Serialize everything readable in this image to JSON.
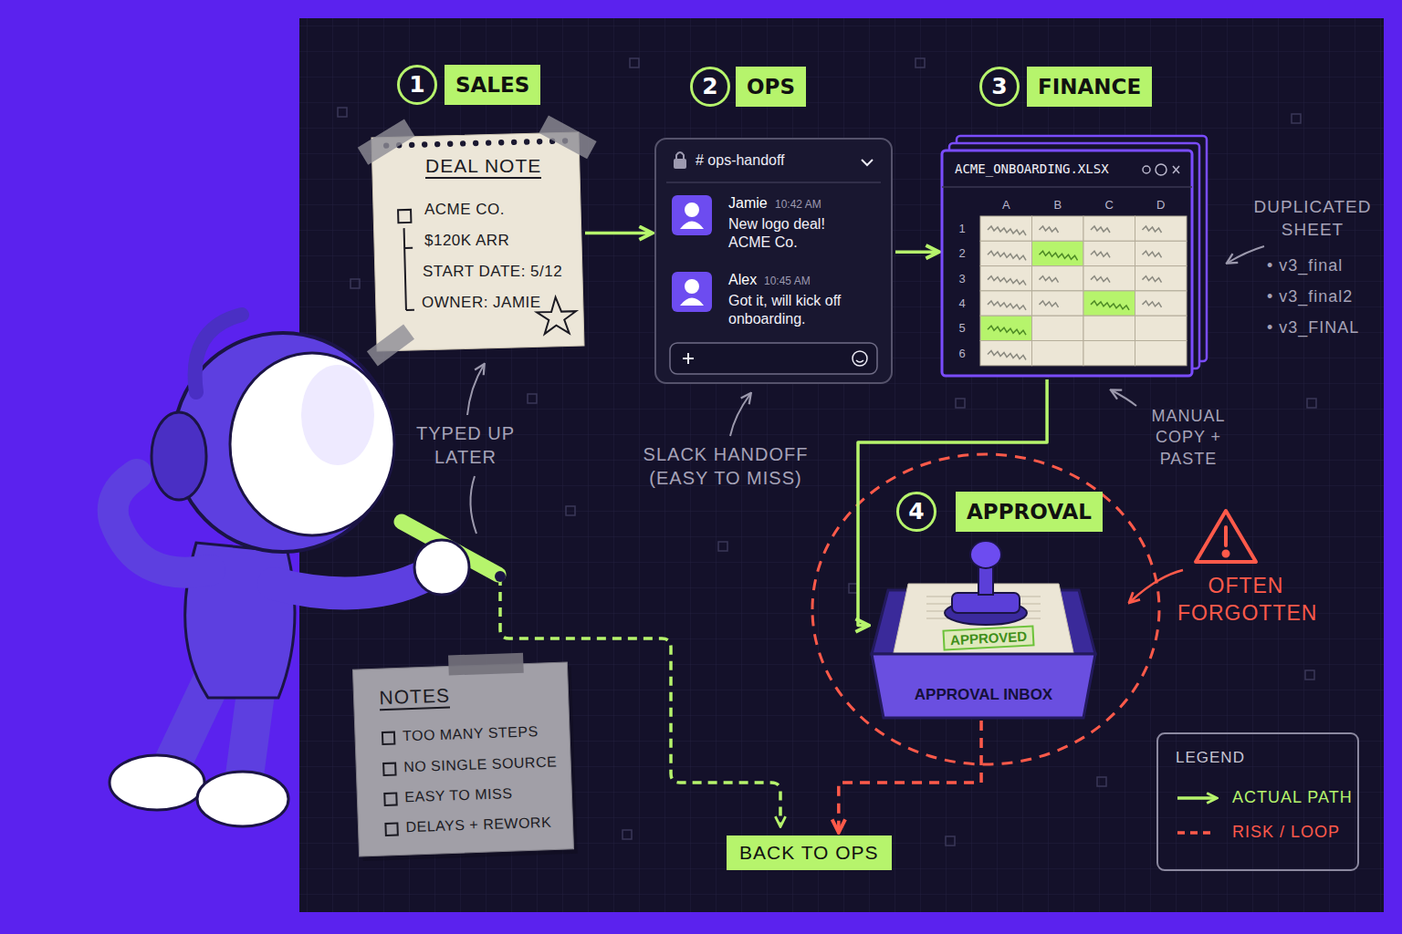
{
  "diagram": {
    "nodes": [
      {
        "text": [
          "1",
          "SALES",
          "DEAL NOTE",
          "ACME CO.",
          "$120K ARR",
          "START DATE: 5/12",
          "OWNER: JAMIE"
        ]
      },
      {
        "text": [
          "2",
          "OPS",
          "# ops-handoff",
          "Jamie",
          "10:42 AM",
          "New logo deal! ACME Co.",
          "Alex",
          "10:45 AM",
          "Got it, will kick off onboarding."
        ]
      },
      {
        "text": [
          "3",
          "FINANCE",
          "ACME_ONBOARDING.XLSX",
          "A",
          "B",
          "C",
          "D",
          "1",
          "2",
          "3",
          "4",
          "5",
          "6"
        ]
      },
      {
        "text": [
          "4",
          "APPROVAL",
          "APPROVED",
          "APPROVAL INBOX"
        ]
      },
      {
        "text": [
          "BACK TO OPS"
        ]
      },
      {
        "text": [
          "NOTES",
          "TOO MANY STEPS",
          "NO SINGLE SOURCE",
          "EASY TO MISS",
          "DELAYS + REWORK"
        ]
      }
    ],
    "edges": [
      {
        "from": 0,
        "to": 1,
        "arrow": "to"
      },
      {
        "from": 1,
        "to": 2,
        "arrow": "to"
      },
      {
        "from": 2,
        "to": 3,
        "arrow": "to"
      },
      {
        "from": 3,
        "to": 4,
        "arrow": "to"
      }
    ],
    "labels": [
      "TYPED UP LATER",
      "SLACK HANDOFF (EASY TO MISS)",
      "DUPLICATED SHEET",
      "• v3_final",
      "• v3_final2",
      "• v3_FINAL",
      "MANUAL COPY + PASTE",
      "OFTEN FORGOTTEN",
      "LEGEND"
    ],
    "legend": [
      {
        "text": "ACTUAL PATH"
      },
      {
        "text": "RISK / LOOP"
      }
    ]
  }
}
